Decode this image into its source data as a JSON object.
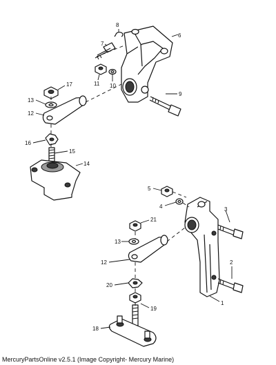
{
  "footer": "MercuryPartsOnline v2.5.1 (Image Copyright- Mercury Marine)",
  "callouts": {
    "c1": "1",
    "c2": "2",
    "c3": "3",
    "c4": "4",
    "c5": "5",
    "c6": "6",
    "c7": "7",
    "c8": "8",
    "c9": "9",
    "c10": "10",
    "c11": "11",
    "c12a": "12",
    "c12b": "12",
    "c13a": "13",
    "c13b": "13",
    "c14": "14",
    "c15": "15",
    "c16": "16",
    "c17": "17",
    "c18": "18",
    "c19": "19",
    "c20": "20",
    "c21": "21"
  }
}
